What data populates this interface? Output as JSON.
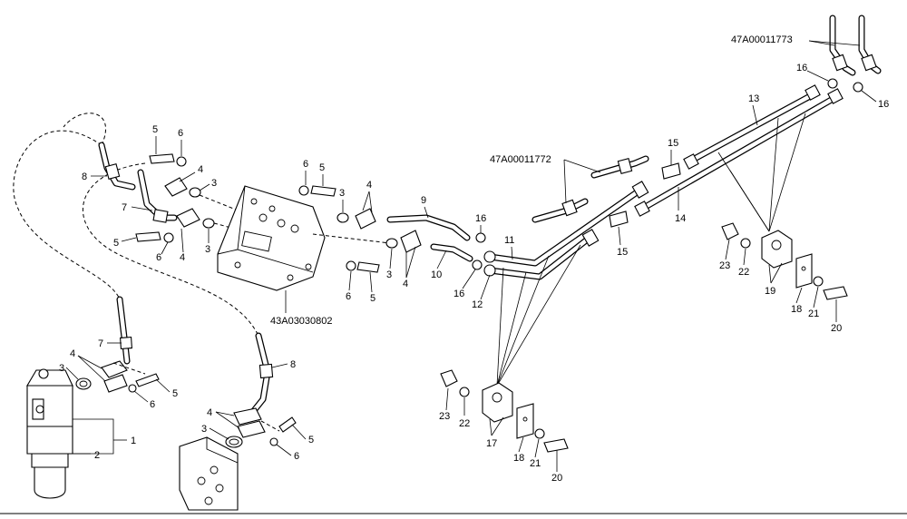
{
  "callouts": {
    "n1": "1",
    "n2": "2",
    "n3a": "3",
    "n3b": "3",
    "n3c": "3",
    "n3d": "3",
    "n3e": "3",
    "n3f": "3",
    "n4a": "4",
    "n4b": "4",
    "n4c": "4",
    "n4d": "4",
    "n4e": "4",
    "n4f": "4",
    "n5a": "5",
    "n5b": "5",
    "n5c": "5",
    "n5d": "5",
    "n5e": "5",
    "n5f": "5",
    "n6a": "6",
    "n6b": "6",
    "n6c": "6",
    "n6d": "6",
    "n6e": "6",
    "n6f": "6",
    "n7a": "7",
    "n7b": "7",
    "n8a": "8",
    "n8b": "8",
    "n9": "9",
    "n10": "10",
    "n11": "11",
    "n12": "12",
    "n13": "13",
    "n14": "14",
    "n15a": "15",
    "n15b": "15",
    "n16a": "16",
    "n16b": "16",
    "n16c": "16",
    "n16d": "16",
    "n17": "17",
    "n18a": "18",
    "n18b": "18",
    "n19": "19",
    "n20a": "20",
    "n20b": "20",
    "n21a": "21",
    "n21b": "21",
    "n22a": "22",
    "n22b": "22",
    "n23a": "23",
    "n23b": "23"
  },
  "references": {
    "ref_top_right": "47A00011773",
    "ref_mid": "47A00011772",
    "ref_bracket": "43A03030802"
  }
}
